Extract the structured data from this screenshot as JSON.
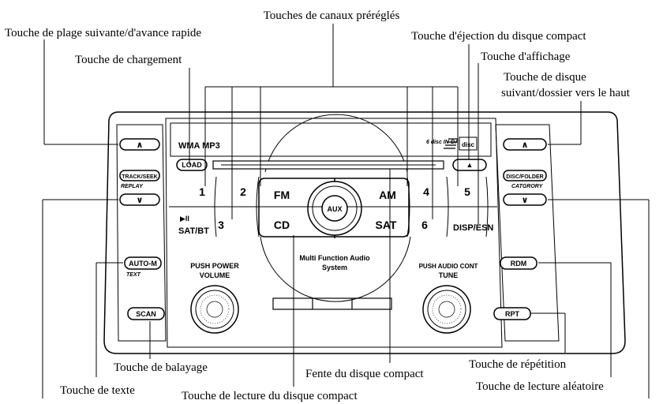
{
  "callouts": {
    "preset": "Touches de canaux préréglés",
    "track_next": "Touche de plage suivante/d'avance rapide",
    "eject": "Touche d'éjection du disque compact",
    "load": "Touche de chargement",
    "display": "Touche d'affichage",
    "disc_next_1": "Touche de disque",
    "disc_next_2": "suivant/dossier vers le haut",
    "scan": "Touche de balayage",
    "slot": "Fente du disque compact",
    "repeat": "Touche de répétition",
    "text": "Touche de texte",
    "cd_play": "Touche de lecture du disque compact",
    "random": "Touche de lecture aléatoire"
  },
  "panel": {
    "format": "WMA MP3",
    "load": "LOAD",
    "track_seek": "TRACK/SEEK",
    "replay": "REPLAY",
    "disc_folder": "DISC/FOLDER",
    "category": "CATGRORY",
    "presets": [
      "1",
      "2",
      "3",
      "4",
      "5",
      "6"
    ],
    "fm": "FM",
    "am": "AM",
    "cd": "CD",
    "sat": "SAT",
    "aux": "AUX",
    "play_pause_symbol": "▶II",
    "sat_bt": "SAT/BT",
    "disp_esn": "DISP/ESN",
    "auto_m": "AUTO-M",
    "text": "TEXT",
    "scan": "SCAN",
    "rdm": "RDM",
    "rpt": "RPT",
    "push_power": "PUSH POWER",
    "volume": "VOLUME",
    "push_audio": "PUSH AUDIO CONT",
    "tune": "TUNE",
    "mfa_1": "Multi Function Audio",
    "mfa_2": "System",
    "changer_badge": "6 disc IN-DASH",
    "disc_logo": "disc",
    "up_arrow": "∧",
    "down_arrow": "∨",
    "eject_symbol": "▲"
  }
}
